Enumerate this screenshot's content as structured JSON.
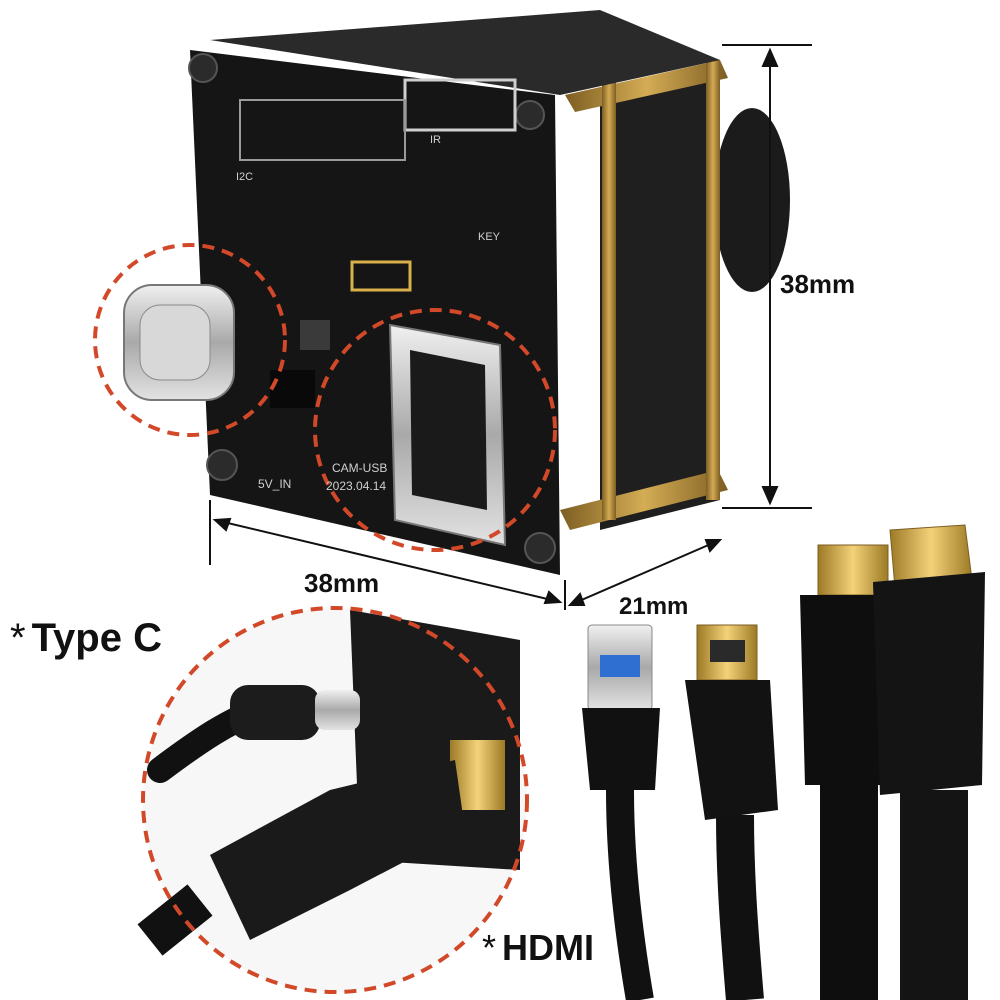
{
  "dimensions": {
    "width": "38mm",
    "height": "38mm",
    "depth": "21mm"
  },
  "callouts": {
    "type_c": {
      "marker": "*",
      "label": "Type C"
    },
    "hdmi": {
      "marker": "*",
      "label": "HDMI"
    }
  },
  "board_silkscreen": {
    "model": "CAM-USB",
    "date": "2023.04.14",
    "power": "5V_IN",
    "ir": "IR",
    "key": "KEY",
    "i2c": "I2C"
  },
  "colors": {
    "pcb": "#151515",
    "brass": "#b8913a",
    "callout_dash": "#d2492a",
    "cable": "#0d0d0d",
    "metal": "#c9c9c9",
    "gold_connector": "#d9b14a"
  }
}
